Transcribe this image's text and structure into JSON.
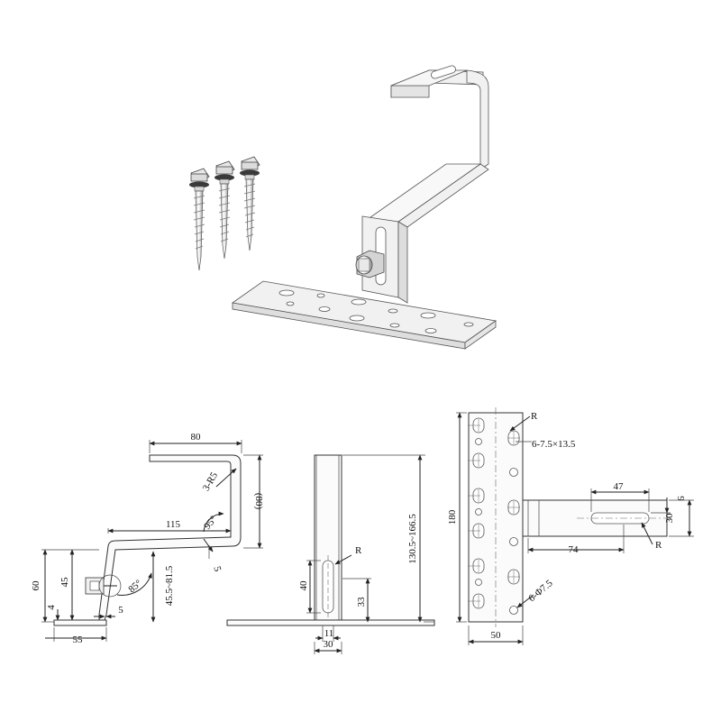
{
  "figure": {
    "colors": {
      "line": "#222222",
      "metal": "#f1f1f1",
      "screw": "#e6e6e6",
      "washer": "#3a3a3a"
    },
    "side_view": {
      "top_width": "80",
      "bend_radius": "3-R5",
      "right_height": "(80)",
      "horizontal_length": "115",
      "angle_upper": "95°",
      "thickness": "5",
      "angle_lower": "85°",
      "left_height_60": "60",
      "left_height_45": "45",
      "base_4": "4",
      "base_5": "5",
      "adjust_range": "45.5~81.5",
      "base_length": "55"
    },
    "front_view": {
      "total_height": "130.5~166.5",
      "radius_label": "R",
      "slot_40": "40",
      "slot_33": "33",
      "slot_11": "11",
      "width_30": "30"
    },
    "plan_view": {
      "radius_label": "R",
      "slot_spec": "6-7.5×13.5",
      "length_180": "180",
      "hole_spec": "6-Φ7.5",
      "width_50": "50",
      "arm_47": "47",
      "arm_9": "9",
      "arm_30": "30",
      "arm_74": "74",
      "arm_radius": "R"
    }
  }
}
